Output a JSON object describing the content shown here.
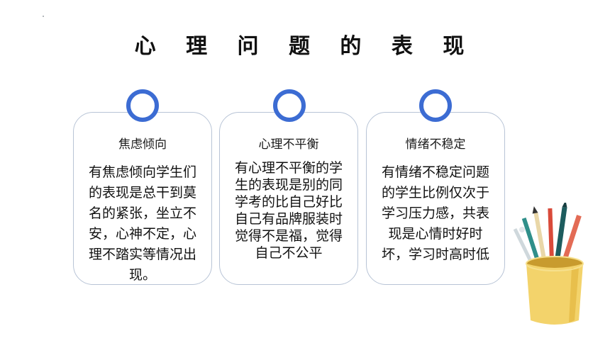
{
  "slide": {
    "title": "心 理 问 题 的 表 现",
    "cards": [
      {
        "heading": "焦虑倾向",
        "body": "有焦虑倾向学生们的表现是总干到莫名的紧张，坐立不安，心神不定，心理不踏实等情况出现。"
      },
      {
        "heading": "心理不平衡",
        "body": "有心理不平衡的学生的表现是别的同学考的比自己好比自己有品牌服装时觉得不是福，觉得自己不公平"
      },
      {
        "heading": "情绪不稳定",
        "body": "有情绪不稳定问题的学生比例仅次于学习压力感，共表现是心情时好时坏，学习时高时低"
      }
    ]
  },
  "colors": {
    "ring": "#3c6cd3",
    "card_border": "#b8c4d6",
    "cup": "#f3d36b",
    "cup_shade": "#e8bf4c"
  },
  "icons": {
    "decoration": "pencil-cup-icon"
  }
}
